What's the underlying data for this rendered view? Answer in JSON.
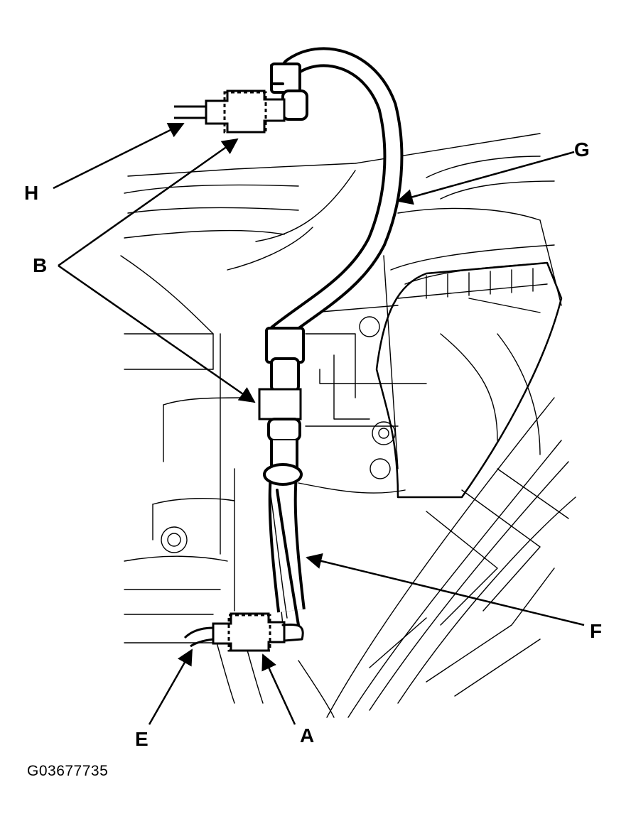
{
  "callouts": {
    "A": "A",
    "B": "B",
    "E": "E",
    "F": "F",
    "G": "G",
    "H": "H"
  },
  "figure_id": "G03677735"
}
